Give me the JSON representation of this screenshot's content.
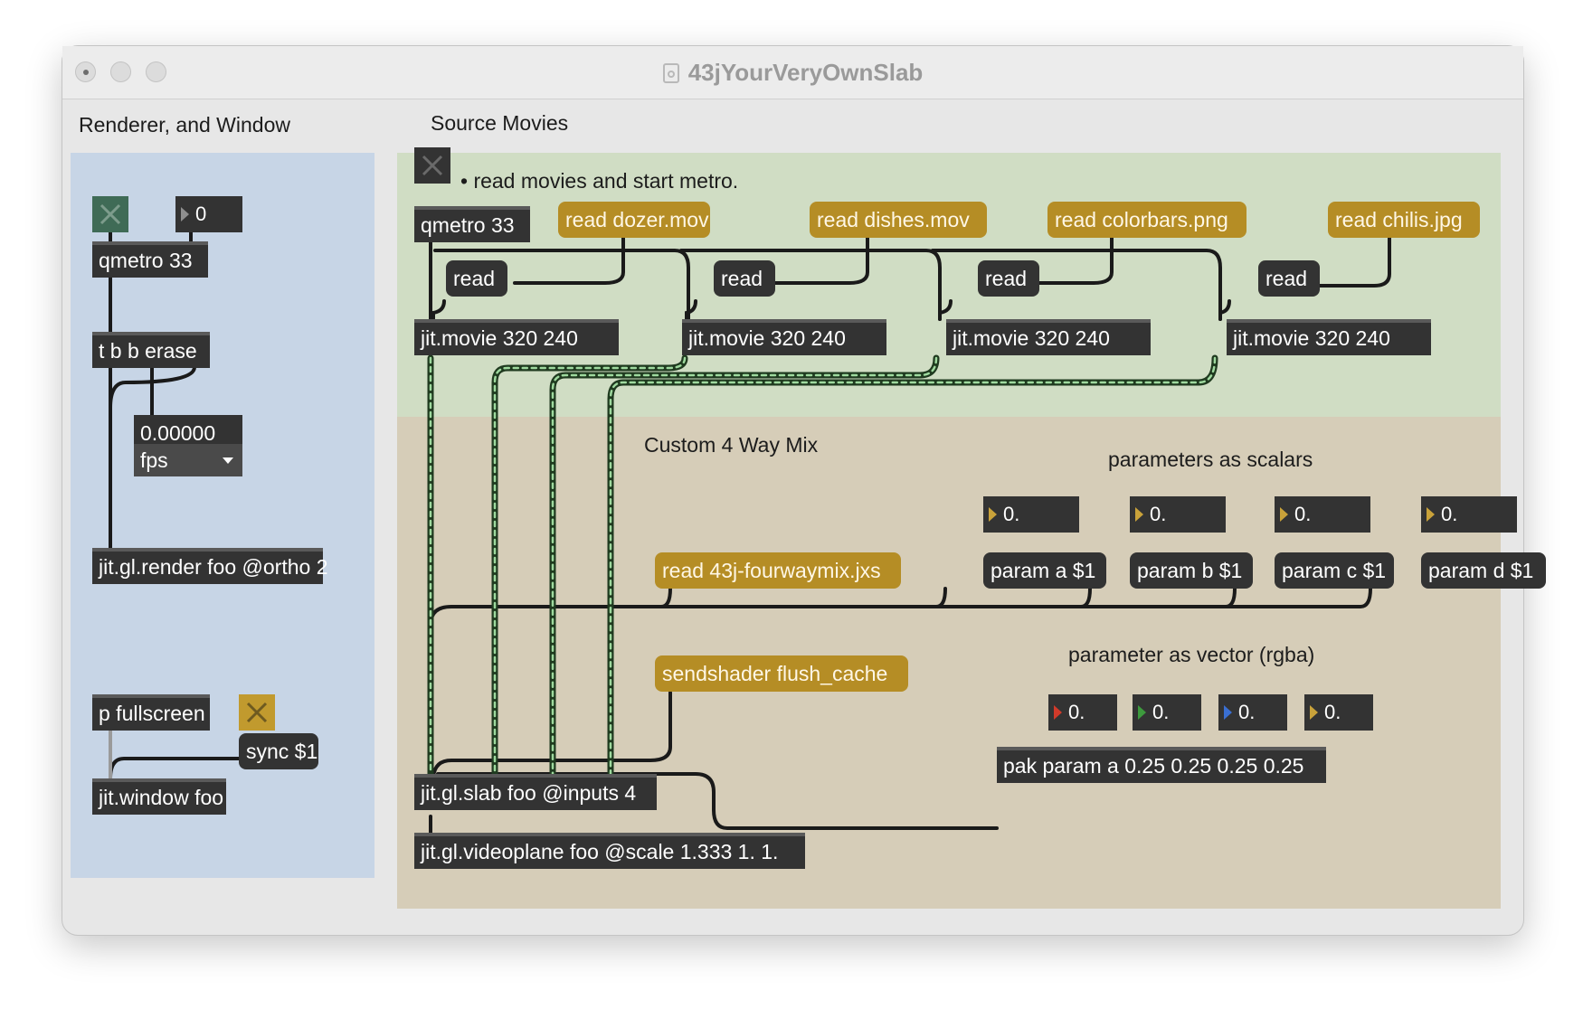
{
  "window": {
    "title": "43jYourVeryOwnSlab"
  },
  "sections": {
    "renderer": "Renderer, and Window",
    "sources": "Source Movies",
    "mix": "Custom 4 Way Mix",
    "scalars": "parameters as scalars",
    "vector": "parameter as vector (rgba)"
  },
  "comments": {
    "read_hint": "• read movies and start metro."
  },
  "renderer": {
    "frame_number": "0",
    "qmetro": "qmetro 33",
    "trigger": "t b b erase",
    "fps_value": "0.00000",
    "fps_unit": "fps",
    "render": "jit.gl.render foo @ortho 2",
    "fullscreen": "p fullscreen",
    "sync": "sync $1",
    "window": "jit.window foo"
  },
  "sources": {
    "qmetro": "qmetro 33",
    "read_dozer": "read dozer.mov",
    "read_dishes": "read dishes.mov",
    "read_colorbars": "read colorbars.png",
    "read_chilis": "read chilis.jpg",
    "read": "read",
    "movie": "jit.movie 320 240"
  },
  "mix": {
    "read_shader": "read 43j-fourwaymix.jxs",
    "flush": "sendshader flush_cache",
    "slab": "jit.gl.slab foo @inputs 4",
    "videoplane": "jit.gl.videoplane foo @scale 1.333 1. 1.",
    "param_a": "param a $1",
    "param_b": "param b $1",
    "param_c": "param c $1",
    "param_d": "param d $1",
    "scalar_value": "0.",
    "vector_value": "0.",
    "pak": "pak param a 0.25 0.25 0.25 0.25"
  },
  "colors": {
    "renderer_panel": "#c7d5e6",
    "source_panel": "#d0ddc4",
    "mix_panel": "#d6cdb8",
    "object": "#333333",
    "message": "#b58d25",
    "toggle_on": "#3f6b56",
    "toggle_gold": "#c19a2e",
    "vector_r": "#d23a2a",
    "vector_g": "#3d9a3d",
    "vector_b": "#3a6fd2",
    "vector_a": "#c9a23a"
  }
}
